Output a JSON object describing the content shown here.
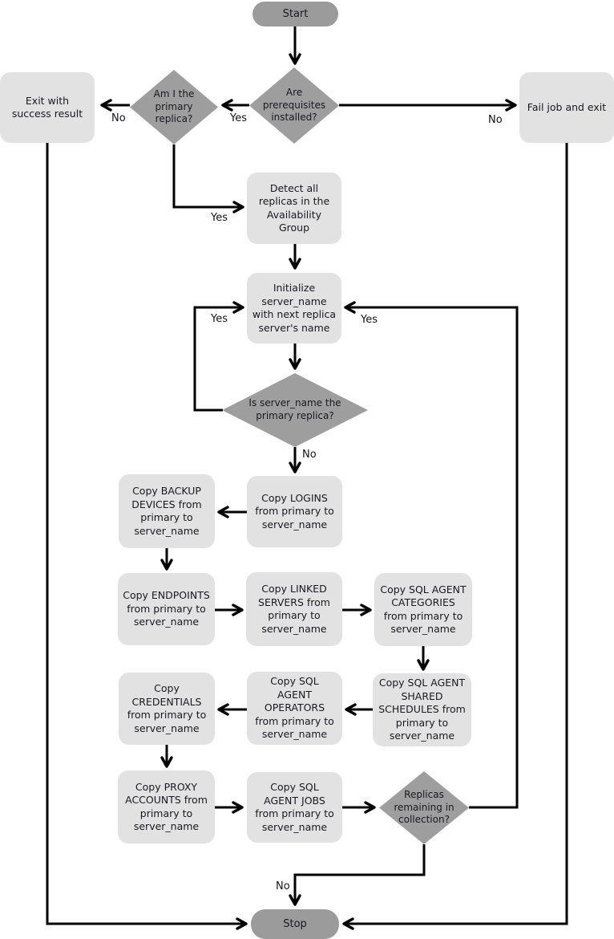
{
  "diagram": {
    "type": "flowchart",
    "colors": {
      "terminator_fill": "#9b9b9b",
      "decision_fill": "#9e9e9e",
      "process_fill": "#e2e2e2",
      "line": "#000000",
      "text": "#191922"
    },
    "nodes": {
      "start": {
        "type": "terminator",
        "label": "Start"
      },
      "prereq": {
        "type": "decision",
        "label": "Are prerequisites installed?"
      },
      "primary": {
        "type": "decision",
        "label": "Am I the primary replica?"
      },
      "exit_success": {
        "type": "process",
        "label": "Exit with success result"
      },
      "fail_exit": {
        "type": "process",
        "label": "Fail job and exit"
      },
      "detect": {
        "type": "process",
        "label": "Detect all replicas in the Availability Group"
      },
      "init": {
        "type": "process",
        "label": "Initialize server_name with next replica server's name"
      },
      "is_primary": {
        "type": "decision",
        "label": "Is server_name the primary replica?"
      },
      "logins": {
        "type": "process",
        "label": "Copy LOGINS from primary to server_name"
      },
      "backup": {
        "type": "process",
        "label": "Copy BACKUP DEVICES from primary to server_name"
      },
      "endpoints": {
        "type": "process",
        "label": "Copy ENDPOINTS from primary to server_name"
      },
      "linked": {
        "type": "process",
        "label": "Copy LINKED SERVERS from primary to server_name"
      },
      "categories": {
        "type": "process",
        "label": "Copy SQL AGENT CATEGORIES from primary to server_name"
      },
      "schedules": {
        "type": "process",
        "label": "Copy SQL AGENT SHARED SCHEDULES from primary to server_name"
      },
      "operators": {
        "type": "process",
        "label": "Copy SQL AGENT OPERATORS from primary to server_name"
      },
      "credentials": {
        "type": "process",
        "label": "Copy CREDENTIALS from primary to server_name"
      },
      "proxy": {
        "type": "process",
        "label": "Copy PROXY ACCOUNTS from primary to server_name"
      },
      "jobs": {
        "type": "process",
        "label": "Copy SQL AGENT JOBS from primary to server_name"
      },
      "replicas": {
        "type": "decision",
        "label": "Replicas remaining in collection?"
      },
      "stop": {
        "type": "terminator",
        "label": "Stop"
      }
    },
    "edge_labels": {
      "prereq_yes": "Yes",
      "prereq_no": "No",
      "primary_no": "No",
      "primary_yes": "Yes",
      "loop_yes": "Yes",
      "replicas_yes": "Yes",
      "is_primary_no": "No",
      "replicas_no": "No"
    }
  }
}
